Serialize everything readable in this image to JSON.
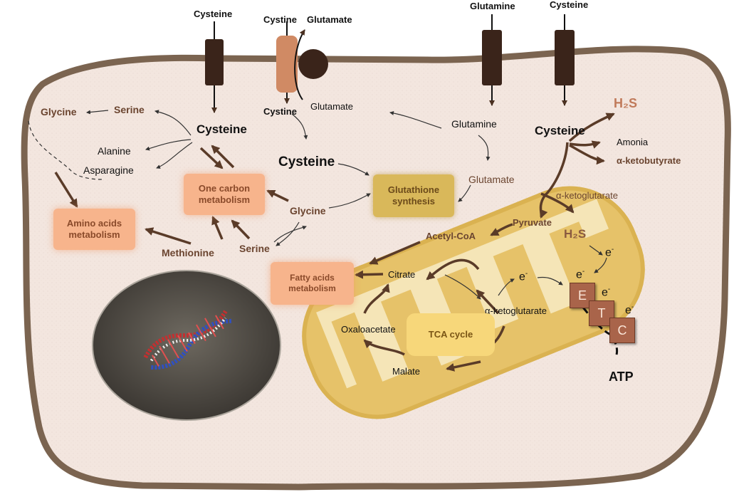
{
  "transporters": {
    "cysteine_left": "Cysteine",
    "cystine_top": "Cystine",
    "glutamate_top": "Glutamate",
    "cystine_in": "Cystine",
    "glutamate_out": "Glutamate",
    "glutamine_top": "Glutamine",
    "cysteine_right": "Cysteine"
  },
  "cytosol": {
    "cysteine_main": "Cysteine",
    "cysteine_center": "Cysteine",
    "cysteine_right": "Cysteine",
    "glycine_top_left": "Glycine",
    "serine_top_left": "Serine",
    "alanine": "Alanine",
    "asparagine": "Asparagine",
    "glycine_mid": "Glycine",
    "methionine": "Methionine",
    "serine_bottom": "Serine",
    "glutamine": "Glutamine",
    "glutamate": "Glutamate",
    "alpha_kg_cyto": "α-ketoglutarate",
    "amonia": "Amonia",
    "alpha_ketobutyrate": "α-ketobutyrate",
    "h2s_top": "H₂S",
    "h2s_mid": "H₂S"
  },
  "boxes": {
    "one_carbon_line1": "One carbon",
    "one_carbon_line2": "metabolism",
    "amino_acids_line1": "Amino acids",
    "amino_acids_line2": "metabolism",
    "glutathione_line1": "Glutathione",
    "glutathione_line2": "synthesis",
    "fatty_acids_line1": "Fatty acids",
    "fatty_acids_line2": "metabolism"
  },
  "mitochondria": {
    "pyruvate": "Pyruvate",
    "acetyl_coa": "Acetyl-CoA",
    "citrate": "Citrate",
    "alpha_kg": "α-ketoglutarate",
    "oxaloacetate": "Oxaloacetate",
    "malate": "Malate",
    "tca_cycle": "TCA cycle",
    "electron": "e",
    "electron_sup": "-",
    "etc_e": "E",
    "etc_t": "T",
    "etc_c": "C",
    "atp": "ATP"
  },
  "colors": {
    "membrane": "#7b6450",
    "cytoplasm": "#f3e6df",
    "mitochondrion": "#e6c163",
    "transporter_dark": "#3a241a",
    "transporter_light": "#d08a64",
    "arrow_brown": "#5a3b28",
    "accent_orange": "#f7b48c"
  },
  "icons": {
    "nucleus": "dna-helix-nucleus-icon"
  }
}
